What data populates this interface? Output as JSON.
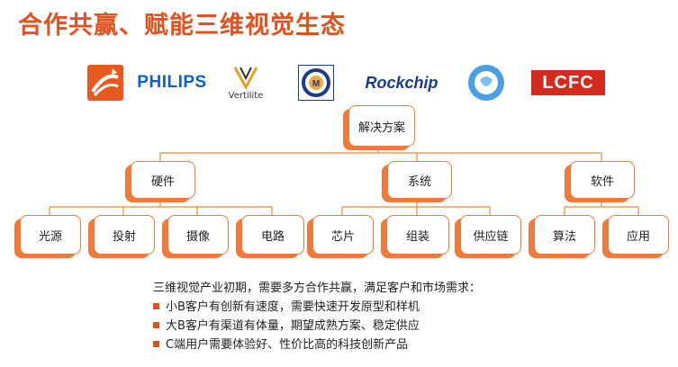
{
  "title": "合作共赢、赋能三维视觉生态",
  "logos": [
    {
      "name": "logo-1",
      "icon": "orange-square-logo",
      "color": "#e8591f"
    },
    {
      "name": "philips",
      "text": "PHILIPS",
      "color": "#0b5ed7"
    },
    {
      "name": "vertilite",
      "text": "Vertilite",
      "color": "#e8a020"
    },
    {
      "name": "logo-m",
      "icon": "m-circle-logo",
      "color": "#1a3b8f"
    },
    {
      "name": "rockchip",
      "text": "Rockchip",
      "color": "#1a3b8f"
    },
    {
      "name": "logo-drop",
      "icon": "blue-drop-logo",
      "color": "#4aa0e6"
    },
    {
      "name": "lcfc",
      "text": "LCFC",
      "color": "#d42b1e"
    }
  ],
  "tree": {
    "root": "解决方案",
    "groups": [
      {
        "label": "硬件",
        "children": [
          "光源",
          "投射",
          "摄像",
          "电路"
        ]
      },
      {
        "label": "系统",
        "children": [
          "芯片",
          "组装",
          "供应链"
        ]
      },
      {
        "label": "软件",
        "children": [
          "算法",
          "应用"
        ]
      }
    ]
  },
  "description": {
    "intro": "三维视觉产业初期，需要多方合作共赢，满足客户和市场需求：",
    "bullets": [
      "小B客户有创新有速度，需要快速开发原型和样机",
      "大B客户有渠道有体量，期望成熟方案、稳定供应",
      "C端用户需要体验好、性价比高的科技创新产品"
    ]
  },
  "colors": {
    "accent": "#e0521f",
    "node_border": "#ef7a3a",
    "line": "#e8893f"
  }
}
